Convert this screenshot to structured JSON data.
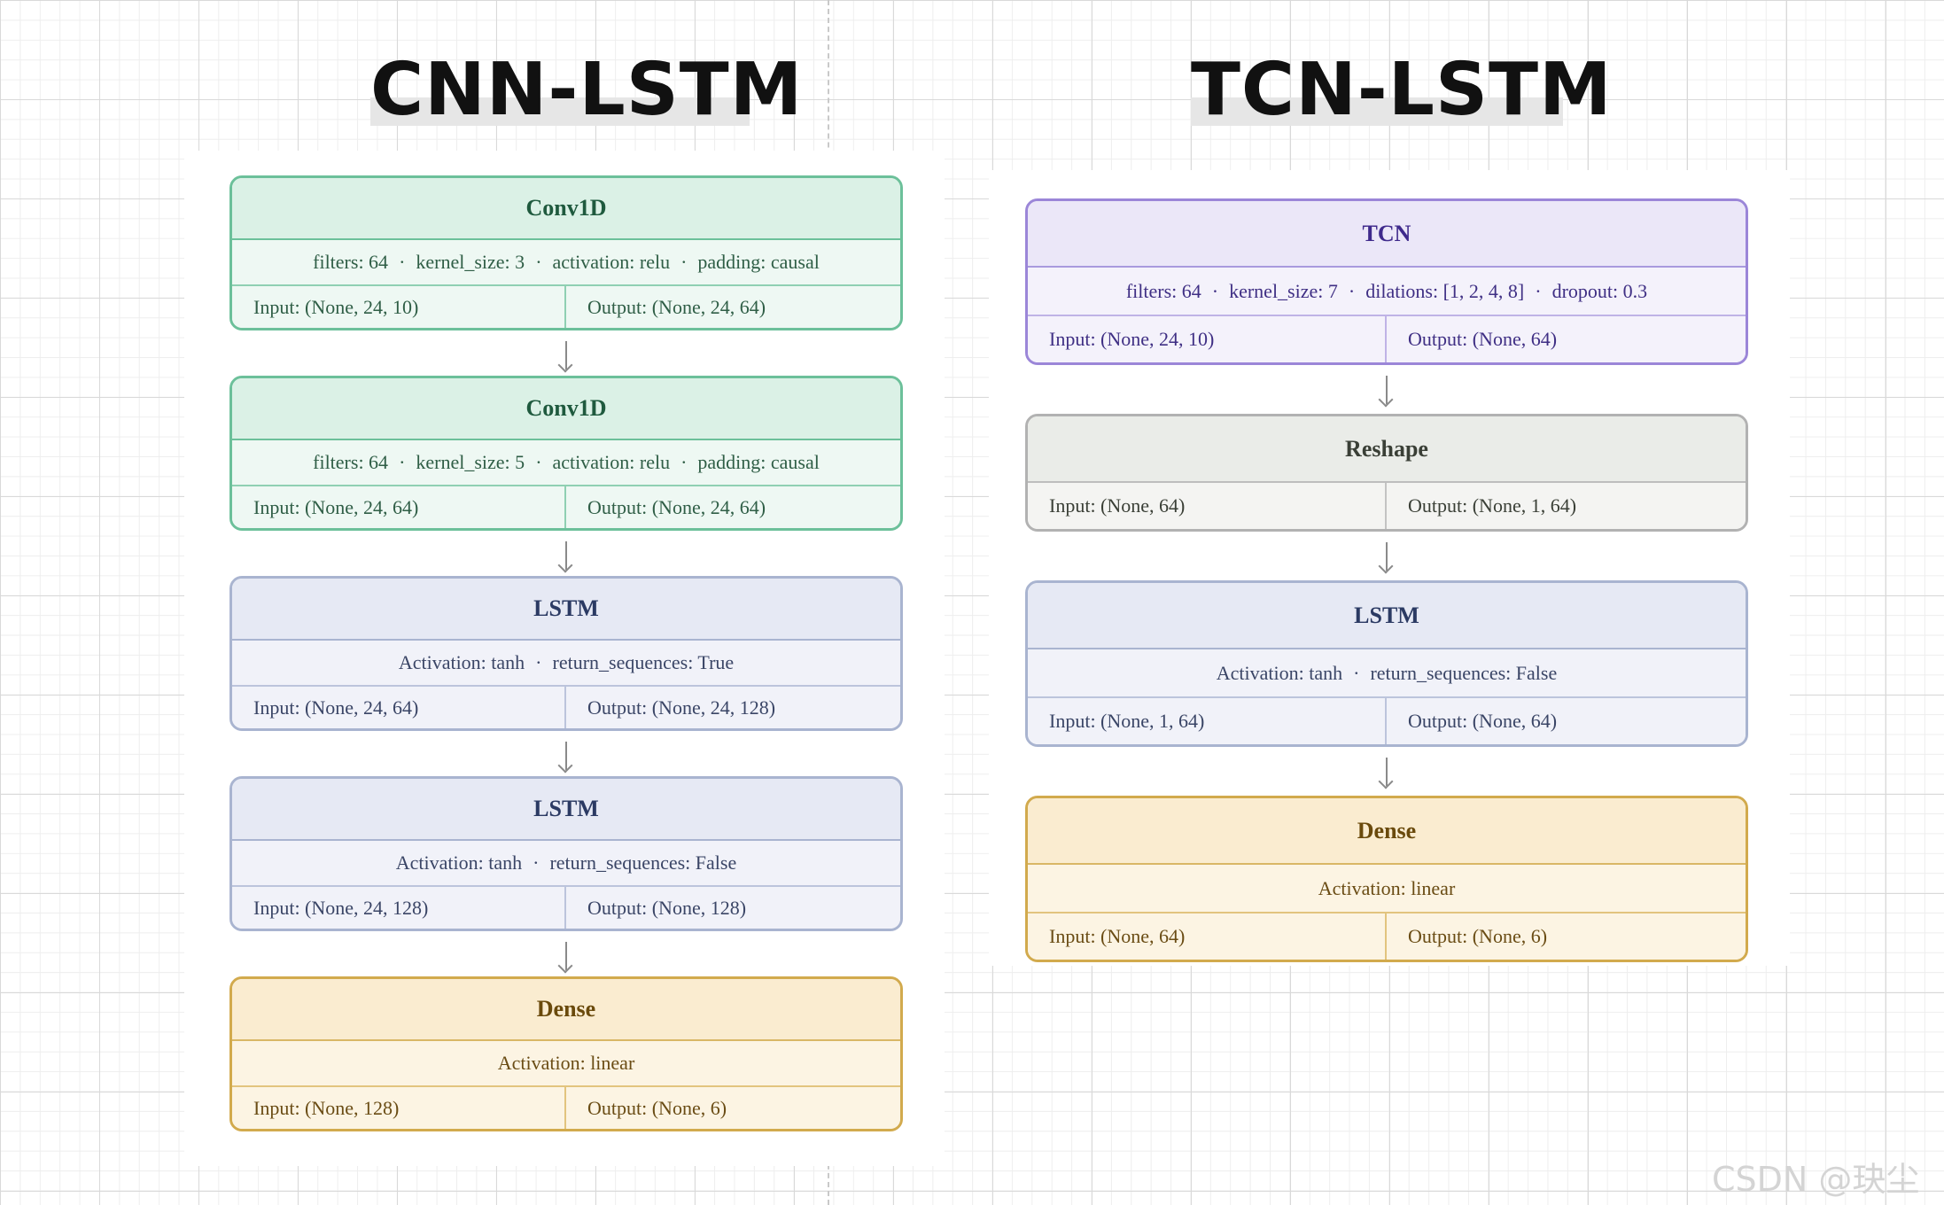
{
  "left": {
    "title": "CNN-LSTM",
    "blocks": [
      {
        "name": "Conv1D",
        "params": [
          "filters: 64",
          "kernel_size: 3",
          "activation: relu",
          "padding: causal"
        ],
        "input": "Input: (None, 24, 10)",
        "output": "Output: (None, 24, 64)"
      },
      {
        "name": "Conv1D",
        "params": [
          "filters: 64",
          "kernel_size: 5",
          "activation: relu",
          "padding: causal"
        ],
        "input": "Input: (None, 24, 64)",
        "output": "Output: (None, 24, 64)"
      },
      {
        "name": "LSTM",
        "params": [
          "Activation: tanh",
          "return_sequences: True"
        ],
        "input": "Input: (None, 24, 64)",
        "output": "Output: (None, 24, 128)"
      },
      {
        "name": "LSTM",
        "params": [
          "Activation: tanh",
          "return_sequences: False"
        ],
        "input": "Input: (None, 24, 128)",
        "output": "Output: (None, 128)"
      },
      {
        "name": "Dense",
        "params": [
          "Activation: linear"
        ],
        "input": "Input: (None, 128)",
        "output": "Output: (None, 6)"
      }
    ]
  },
  "right": {
    "title": "TCN-LSTM",
    "blocks": [
      {
        "name": "TCN",
        "params": [
          "filters: 64",
          "kernel_size: 7",
          "dilations: [1, 2, 4, 8]",
          "dropout: 0.3"
        ],
        "input": "Input: (None, 24, 10)",
        "output": "Output: (None, 64)"
      },
      {
        "name": "Reshape",
        "input": "Input: (None, 64)",
        "output": "Output: (None, 1, 64)"
      },
      {
        "name": "LSTM",
        "params": [
          "Activation: tanh",
          "return_sequences: False"
        ],
        "input": "Input: (None, 1, 64)",
        "output": "Output: (None, 64)"
      },
      {
        "name": "Dense",
        "params": [
          "Activation: linear"
        ],
        "input": "Input: (None, 64)",
        "output": "Output: (None, 6)"
      }
    ]
  },
  "watermark": "CSDN @玦尘",
  "colors": {
    "conv": "#6cc09a",
    "lstm": "#a9b4d0",
    "dense": "#d2aa4d",
    "tcn": "#9b86d8",
    "reshape": "#b2b2b2"
  }
}
